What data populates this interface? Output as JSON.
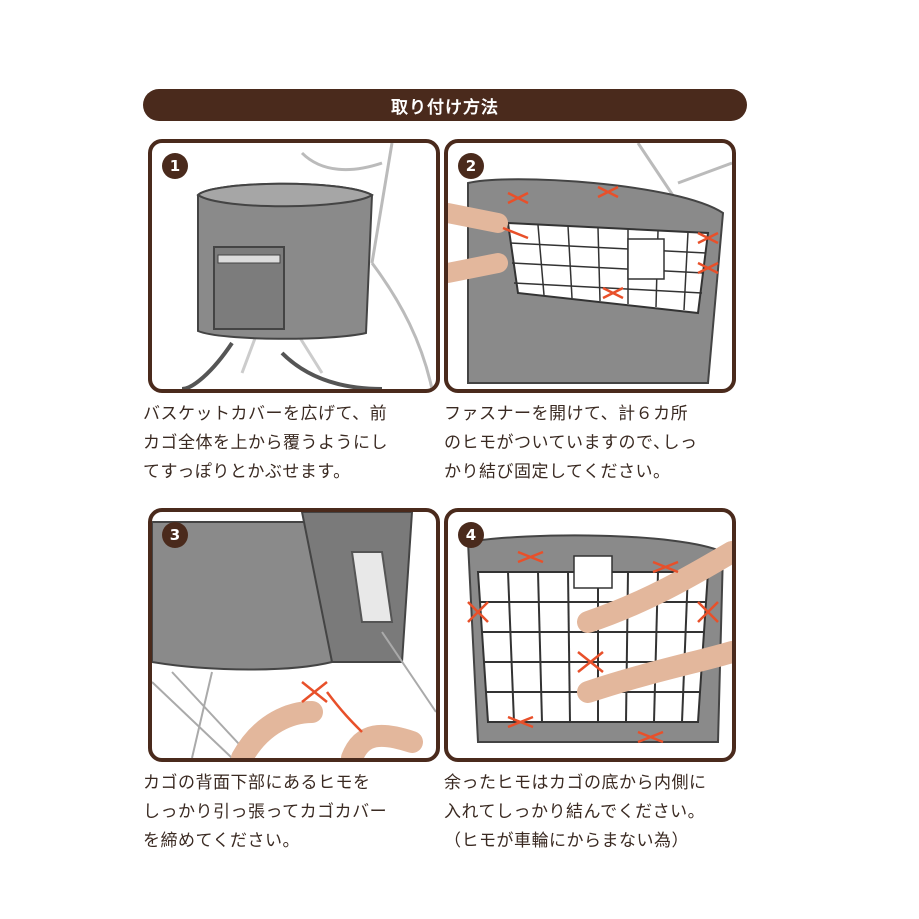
{
  "header": {
    "title": "取り付け方法"
  },
  "steps": [
    {
      "number": "1",
      "lines": [
        "バスケットカバーを広げて、前",
        "カゴ全体を上から覆うようにし",
        "てすっぽりとかぶせます。"
      ]
    },
    {
      "number": "2",
      "lines": [
        "ファスナーを開けて、計６カ所",
        "のヒモがついていますので､しっ",
        "かり結び固定してください。"
      ]
    },
    {
      "number": "3",
      "lines": [
        "カゴの背面下部にあるヒモを",
        "しっかり引っ張ってカゴカバー",
        "を締めてください。"
      ]
    },
    {
      "number": "4",
      "lines": [
        "余ったヒモはカゴの底から内側に",
        "入れてしっかり結んでください。",
        "（ヒモが車輪にからまない為）"
      ]
    }
  ],
  "colors": {
    "frame": "#4a2a1c",
    "cover": "#8a8a8a",
    "string": "#e8502a"
  }
}
